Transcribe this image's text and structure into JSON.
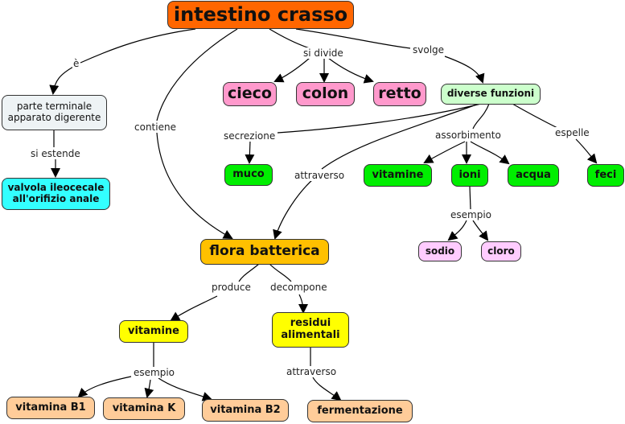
{
  "colors": {
    "root": "#ff6600",
    "part": "#ff99cc",
    "function": "#ccffcc",
    "green": "#00ee00",
    "ion": "#ffccff",
    "grey": "#eef3f5",
    "cyan": "#33ffff",
    "flora": "#ffc000",
    "yellow": "#ffff00",
    "peach": "#ffcc99"
  },
  "nodes": {
    "root": "intestino crasso",
    "parte": "parte terminale\napparato digerente",
    "valvola": "valvola ileocecale\nall'orifizio anale",
    "cieco": "cieco",
    "colon": "colon",
    "retto": "retto",
    "funzioni": "diverse funzioni",
    "muco": "muco",
    "vitamine_abs": "vitamine",
    "ioni": "ioni",
    "acqua": "acqua",
    "feci": "feci",
    "sodio": "sodio",
    "cloro": "cloro",
    "flora": "flora batterica",
    "vitamine": "vitamine",
    "residui": "residui\nalimentali",
    "b1": "vitamina B1",
    "k": "vitamina K",
    "b2": "vitamina B2",
    "fermentazione": "fermentazione"
  },
  "links": {
    "e": "è",
    "si_divide": "si divide",
    "svolge": "svolge",
    "contiene": "contiene",
    "si_estende": "si estende",
    "secrezione": "secrezione",
    "assorbimento": "assorbimento",
    "espelle": "espelle",
    "attraverso1": "attraverso",
    "esempio1": "esempio",
    "produce": "produce",
    "decompone": "decompone",
    "esempio2": "esempio",
    "attraverso2": "attraverso"
  }
}
